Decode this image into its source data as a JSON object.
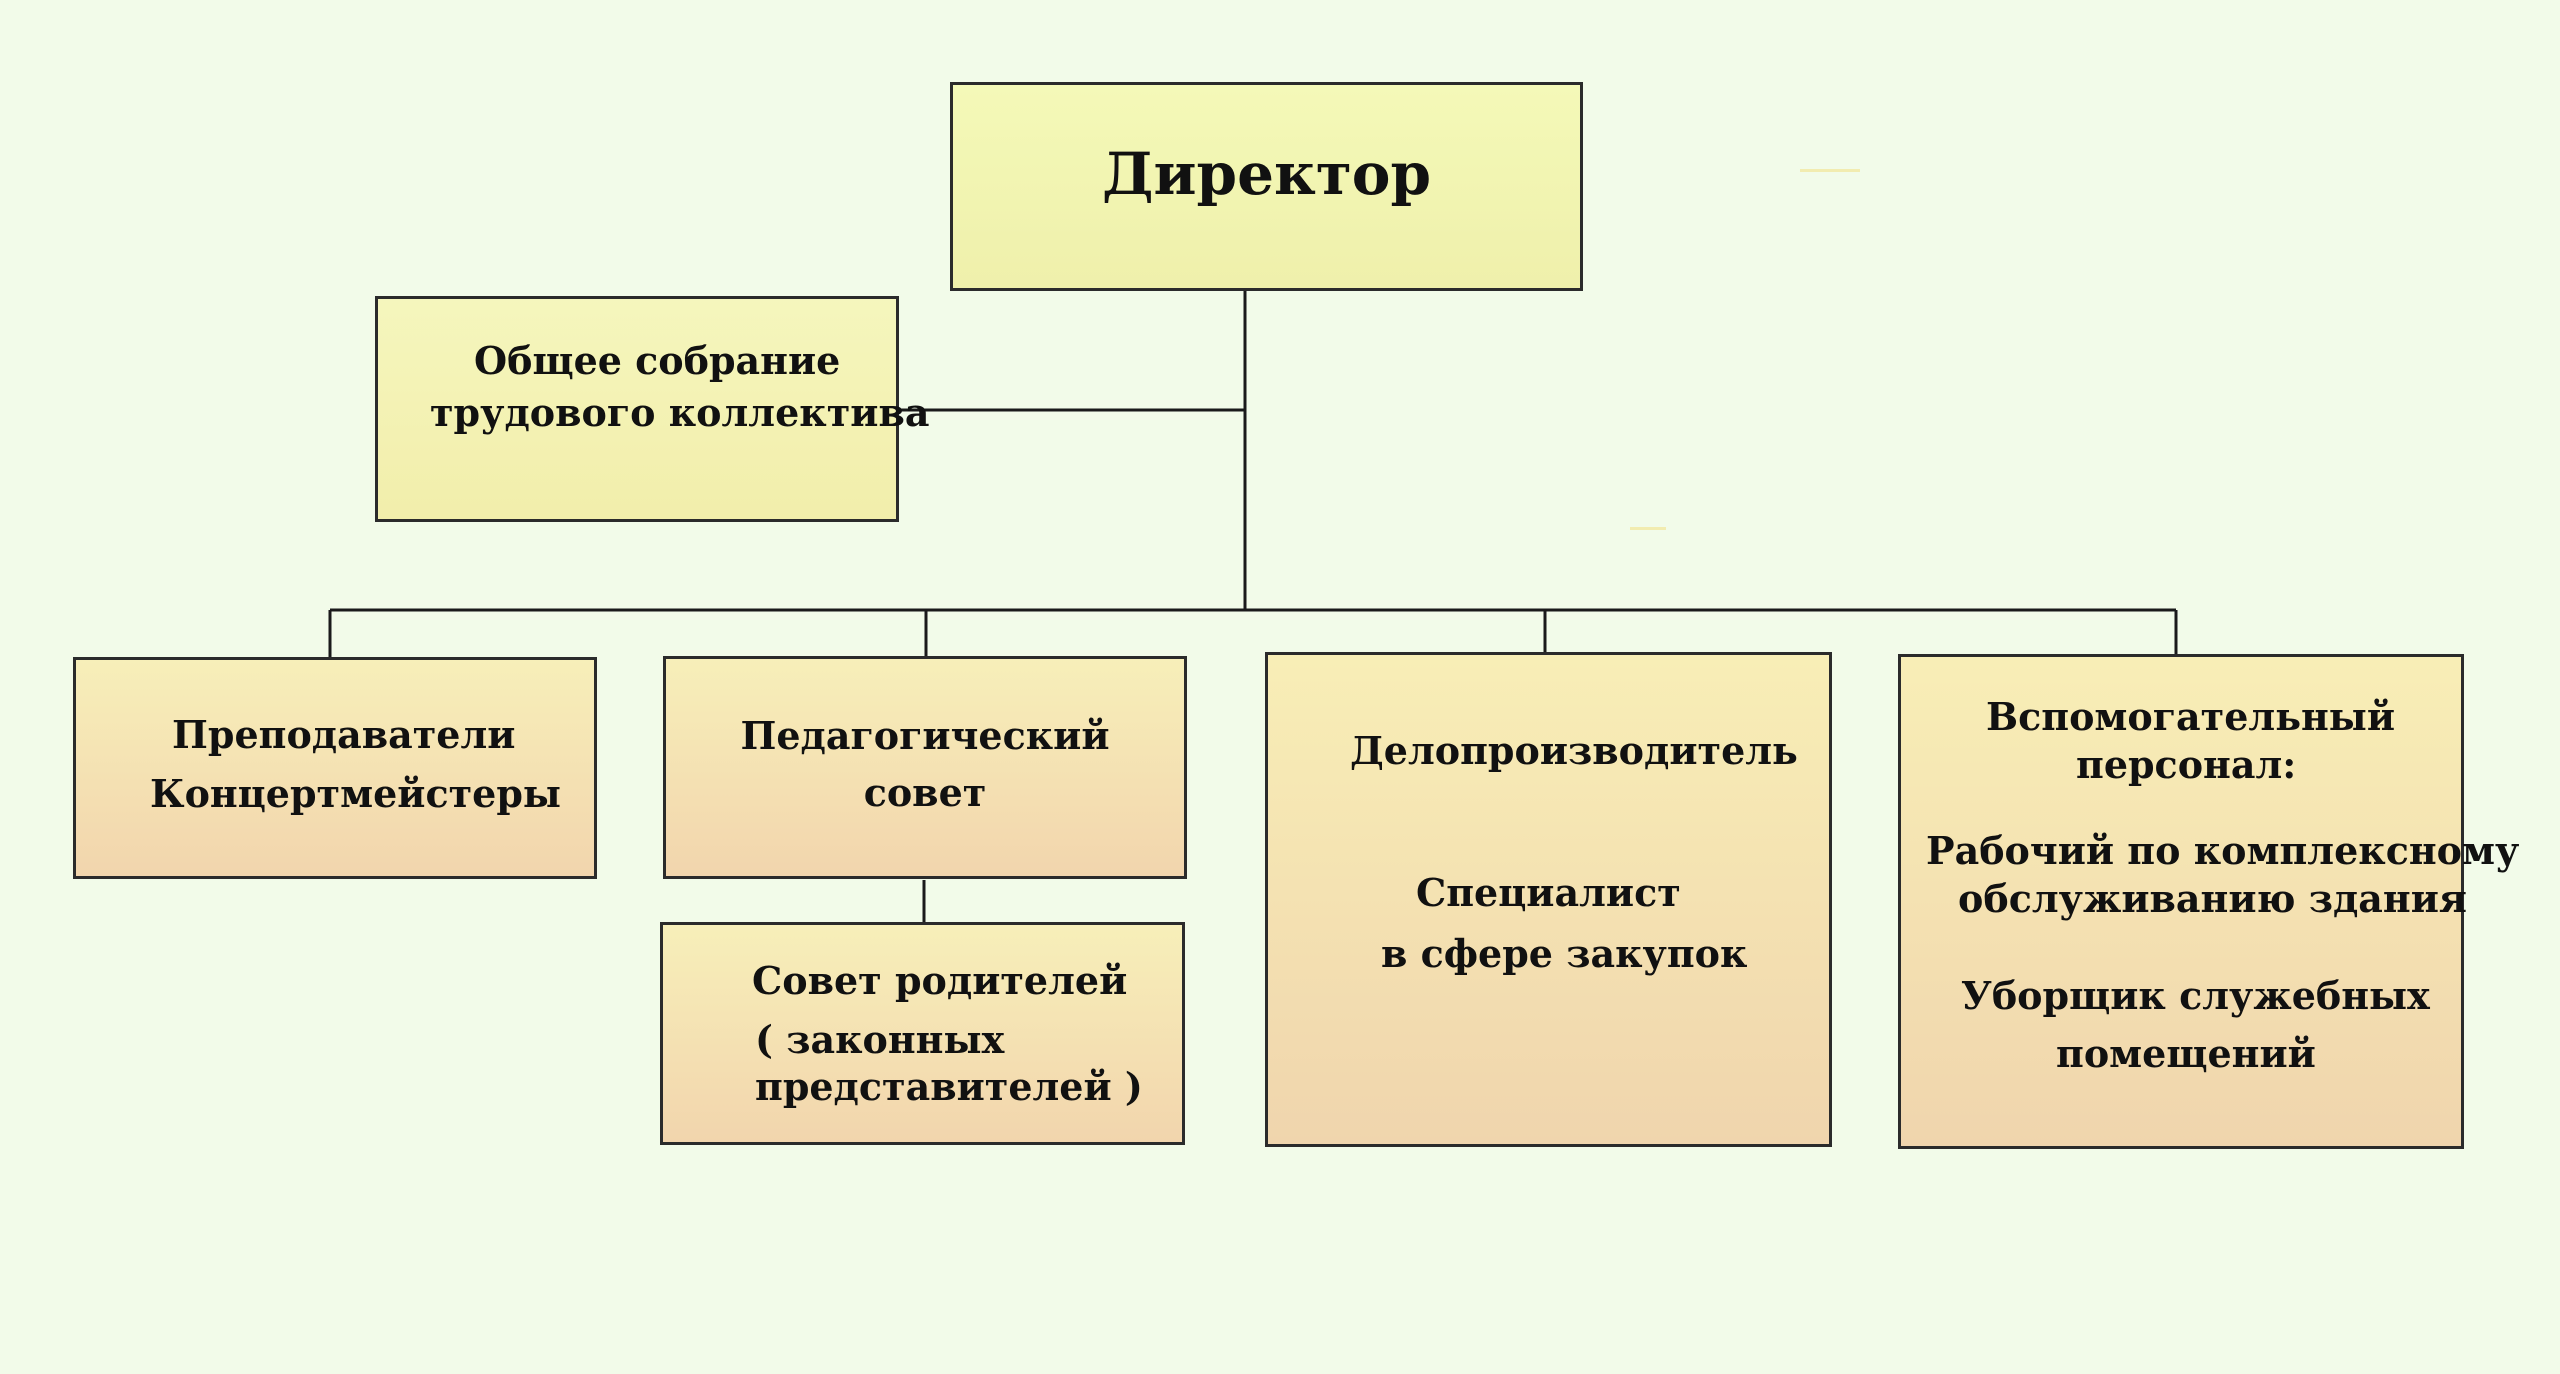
{
  "diagram": {
    "type": "org-chart",
    "colors": {
      "background": "#f2fbe9",
      "director_fill": "#f3f7b4",
      "assembly_fill": "#f3f2b3",
      "box_fill_top": "#f7efb9",
      "box_fill_bottom": "#f2d5ad",
      "border": "#2b2b2b",
      "connector": "#1a1a1a"
    },
    "director": {
      "title": "Директор"
    },
    "assembly": {
      "line1": "Общее собрание",
      "line2": "трудового коллектива"
    },
    "teachers": {
      "line1": "Преподаватели",
      "line2": "Концертмейстеры"
    },
    "ped_council": {
      "line1": "Педагогический",
      "line2": "совет"
    },
    "parents_council": {
      "line1": "Совет родителей",
      "line2": "( законных",
      "line3": "представителей )"
    },
    "clerk": {
      "line1": "Делопроизводитель",
      "line2": "Специалист",
      "line3": "в сфере закупок"
    },
    "support": {
      "heading1": "Вспомогательный",
      "heading2": "персонал:",
      "worker1": "Рабочий по комплексному",
      "worker2": "обслуживанию здания",
      "cleaner1": "Уборщик служебных",
      "cleaner2": "помещений"
    }
  }
}
